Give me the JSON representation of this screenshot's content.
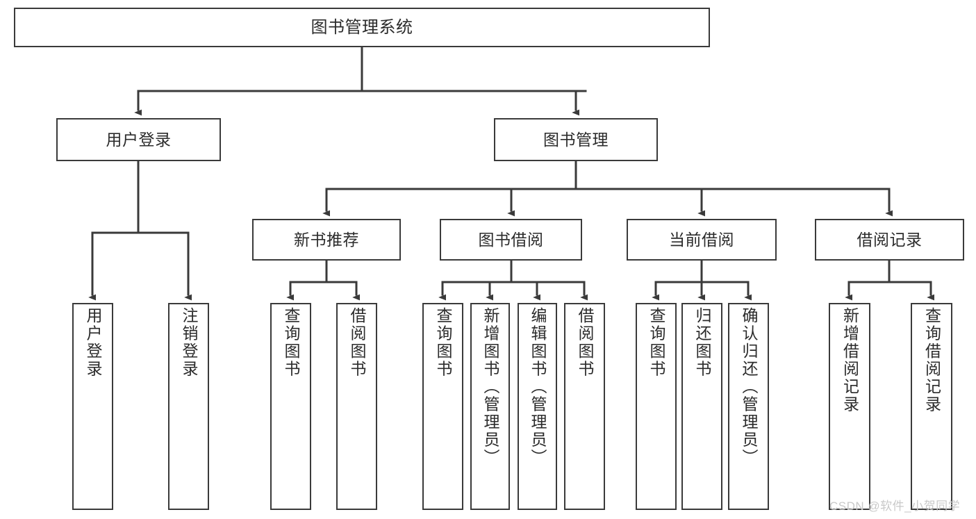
{
  "diagram": {
    "type": "tree-hierarchy-chart",
    "title": "图书管理系统",
    "orientation": "top-down",
    "line_color": "#3a3a3a",
    "box_fill": "#ffffff",
    "text_color": "#2b2b2b",
    "nodes": {
      "root": {
        "label": "图书管理系统",
        "level": 1,
        "text_direction": "horizontal"
      },
      "l2": [
        {
          "label": "用户登录",
          "level": 2,
          "text_direction": "horizontal"
        },
        {
          "label": "图书管理",
          "level": 2,
          "text_direction": "horizontal"
        }
      ],
      "l3": [
        {
          "label": "新书推荐",
          "level": 3,
          "text_direction": "horizontal"
        },
        {
          "label": "图书借阅",
          "level": 3,
          "text_direction": "horizontal"
        },
        {
          "label": "当前借阅",
          "level": 3,
          "text_direction": "horizontal"
        },
        {
          "label": "借阅记录",
          "level": 3,
          "text_direction": "horizontal"
        }
      ],
      "leaves": [
        {
          "label": "用户登录",
          "parent": "用户登录",
          "text_direction": "vertical"
        },
        {
          "label": "注销登录",
          "parent": "用户登录",
          "text_direction": "vertical"
        },
        {
          "label": "查询图书",
          "parent": "新书推荐",
          "text_direction": "vertical"
        },
        {
          "label": "借阅图书",
          "parent": "新书推荐",
          "text_direction": "vertical"
        },
        {
          "label": "查询图书",
          "parent": "图书借阅",
          "text_direction": "vertical"
        },
        {
          "label": "新增图书（管理员）",
          "parent": "图书借阅",
          "text_direction": "vertical"
        },
        {
          "label": "编辑图书（管理员）",
          "parent": "图书借阅",
          "text_direction": "vertical"
        },
        {
          "label": "借阅图书",
          "parent": "图书借阅",
          "text_direction": "vertical"
        },
        {
          "label": "查询图书",
          "parent": "当前借阅",
          "text_direction": "vertical"
        },
        {
          "label": "归还图书",
          "parent": "当前借阅",
          "text_direction": "vertical"
        },
        {
          "label": "确认归还（管理员）",
          "parent": "当前借阅",
          "text_direction": "vertical"
        },
        {
          "label": "新增借阅记录",
          "parent": "借阅记录",
          "text_direction": "vertical"
        },
        {
          "label": "查询借阅记录",
          "parent": "借阅记录",
          "text_direction": "vertical"
        }
      ]
    }
  },
  "watermark": {
    "text": "CSDN @软件_小贺同学",
    "color": "#c9c9c9"
  }
}
